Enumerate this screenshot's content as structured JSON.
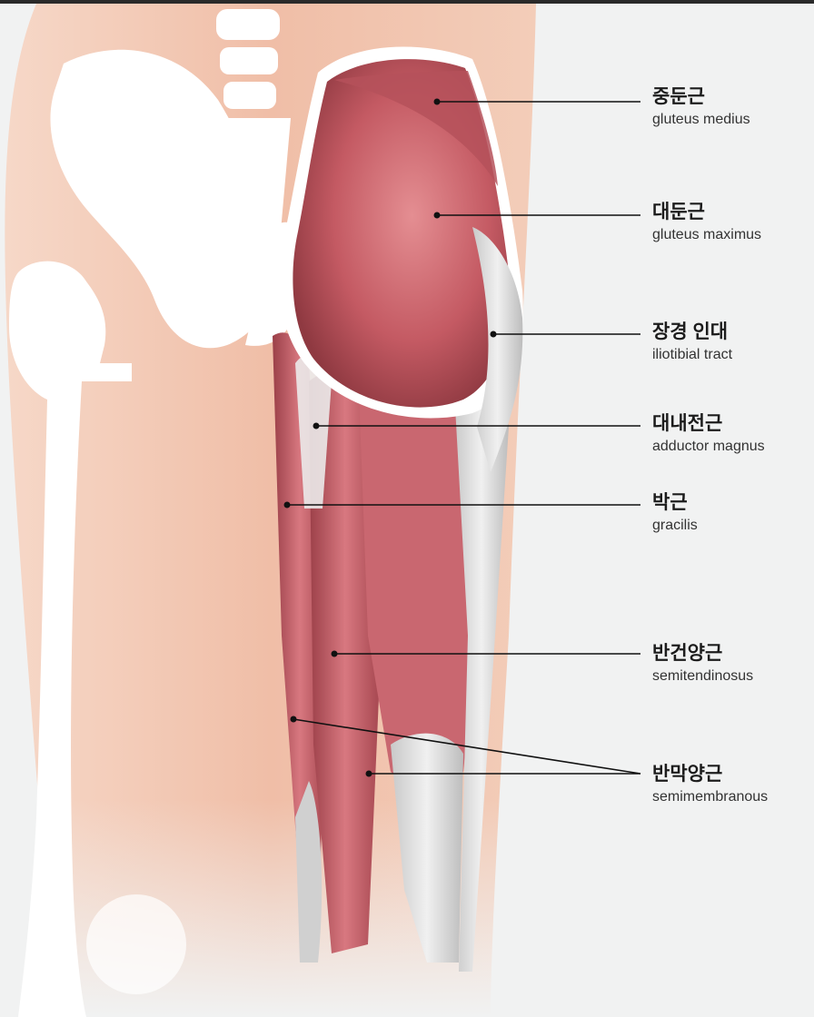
{
  "labels": [
    {
      "id": "gluteus-medius",
      "ko": "중둔근",
      "en": "gluteus medius"
    },
    {
      "id": "gluteus-maximus",
      "ko": "대둔근",
      "en": "gluteus maximus"
    },
    {
      "id": "iliotibial-tract",
      "ko": "장경 인대",
      "en": "iliotibial tract"
    },
    {
      "id": "adductor-magnus",
      "ko": "대내전근",
      "en": "adductor magnus"
    },
    {
      "id": "gracilis",
      "ko": "박근",
      "en": "gracilis"
    },
    {
      "id": "semitendinosus",
      "ko": "반건양근",
      "en": "semitendinosus"
    },
    {
      "id": "semimembranous",
      "ko": "반막양근",
      "en": "semimembranous"
    }
  ],
  "colors": {
    "background": "#f1f2f2",
    "skin": "#f2c4ad",
    "muscle": "#c25a63",
    "tendon": "#dcdcdc",
    "bone": "#ffffff",
    "leader": "#111111",
    "top_border": "#2a2a2a"
  }
}
